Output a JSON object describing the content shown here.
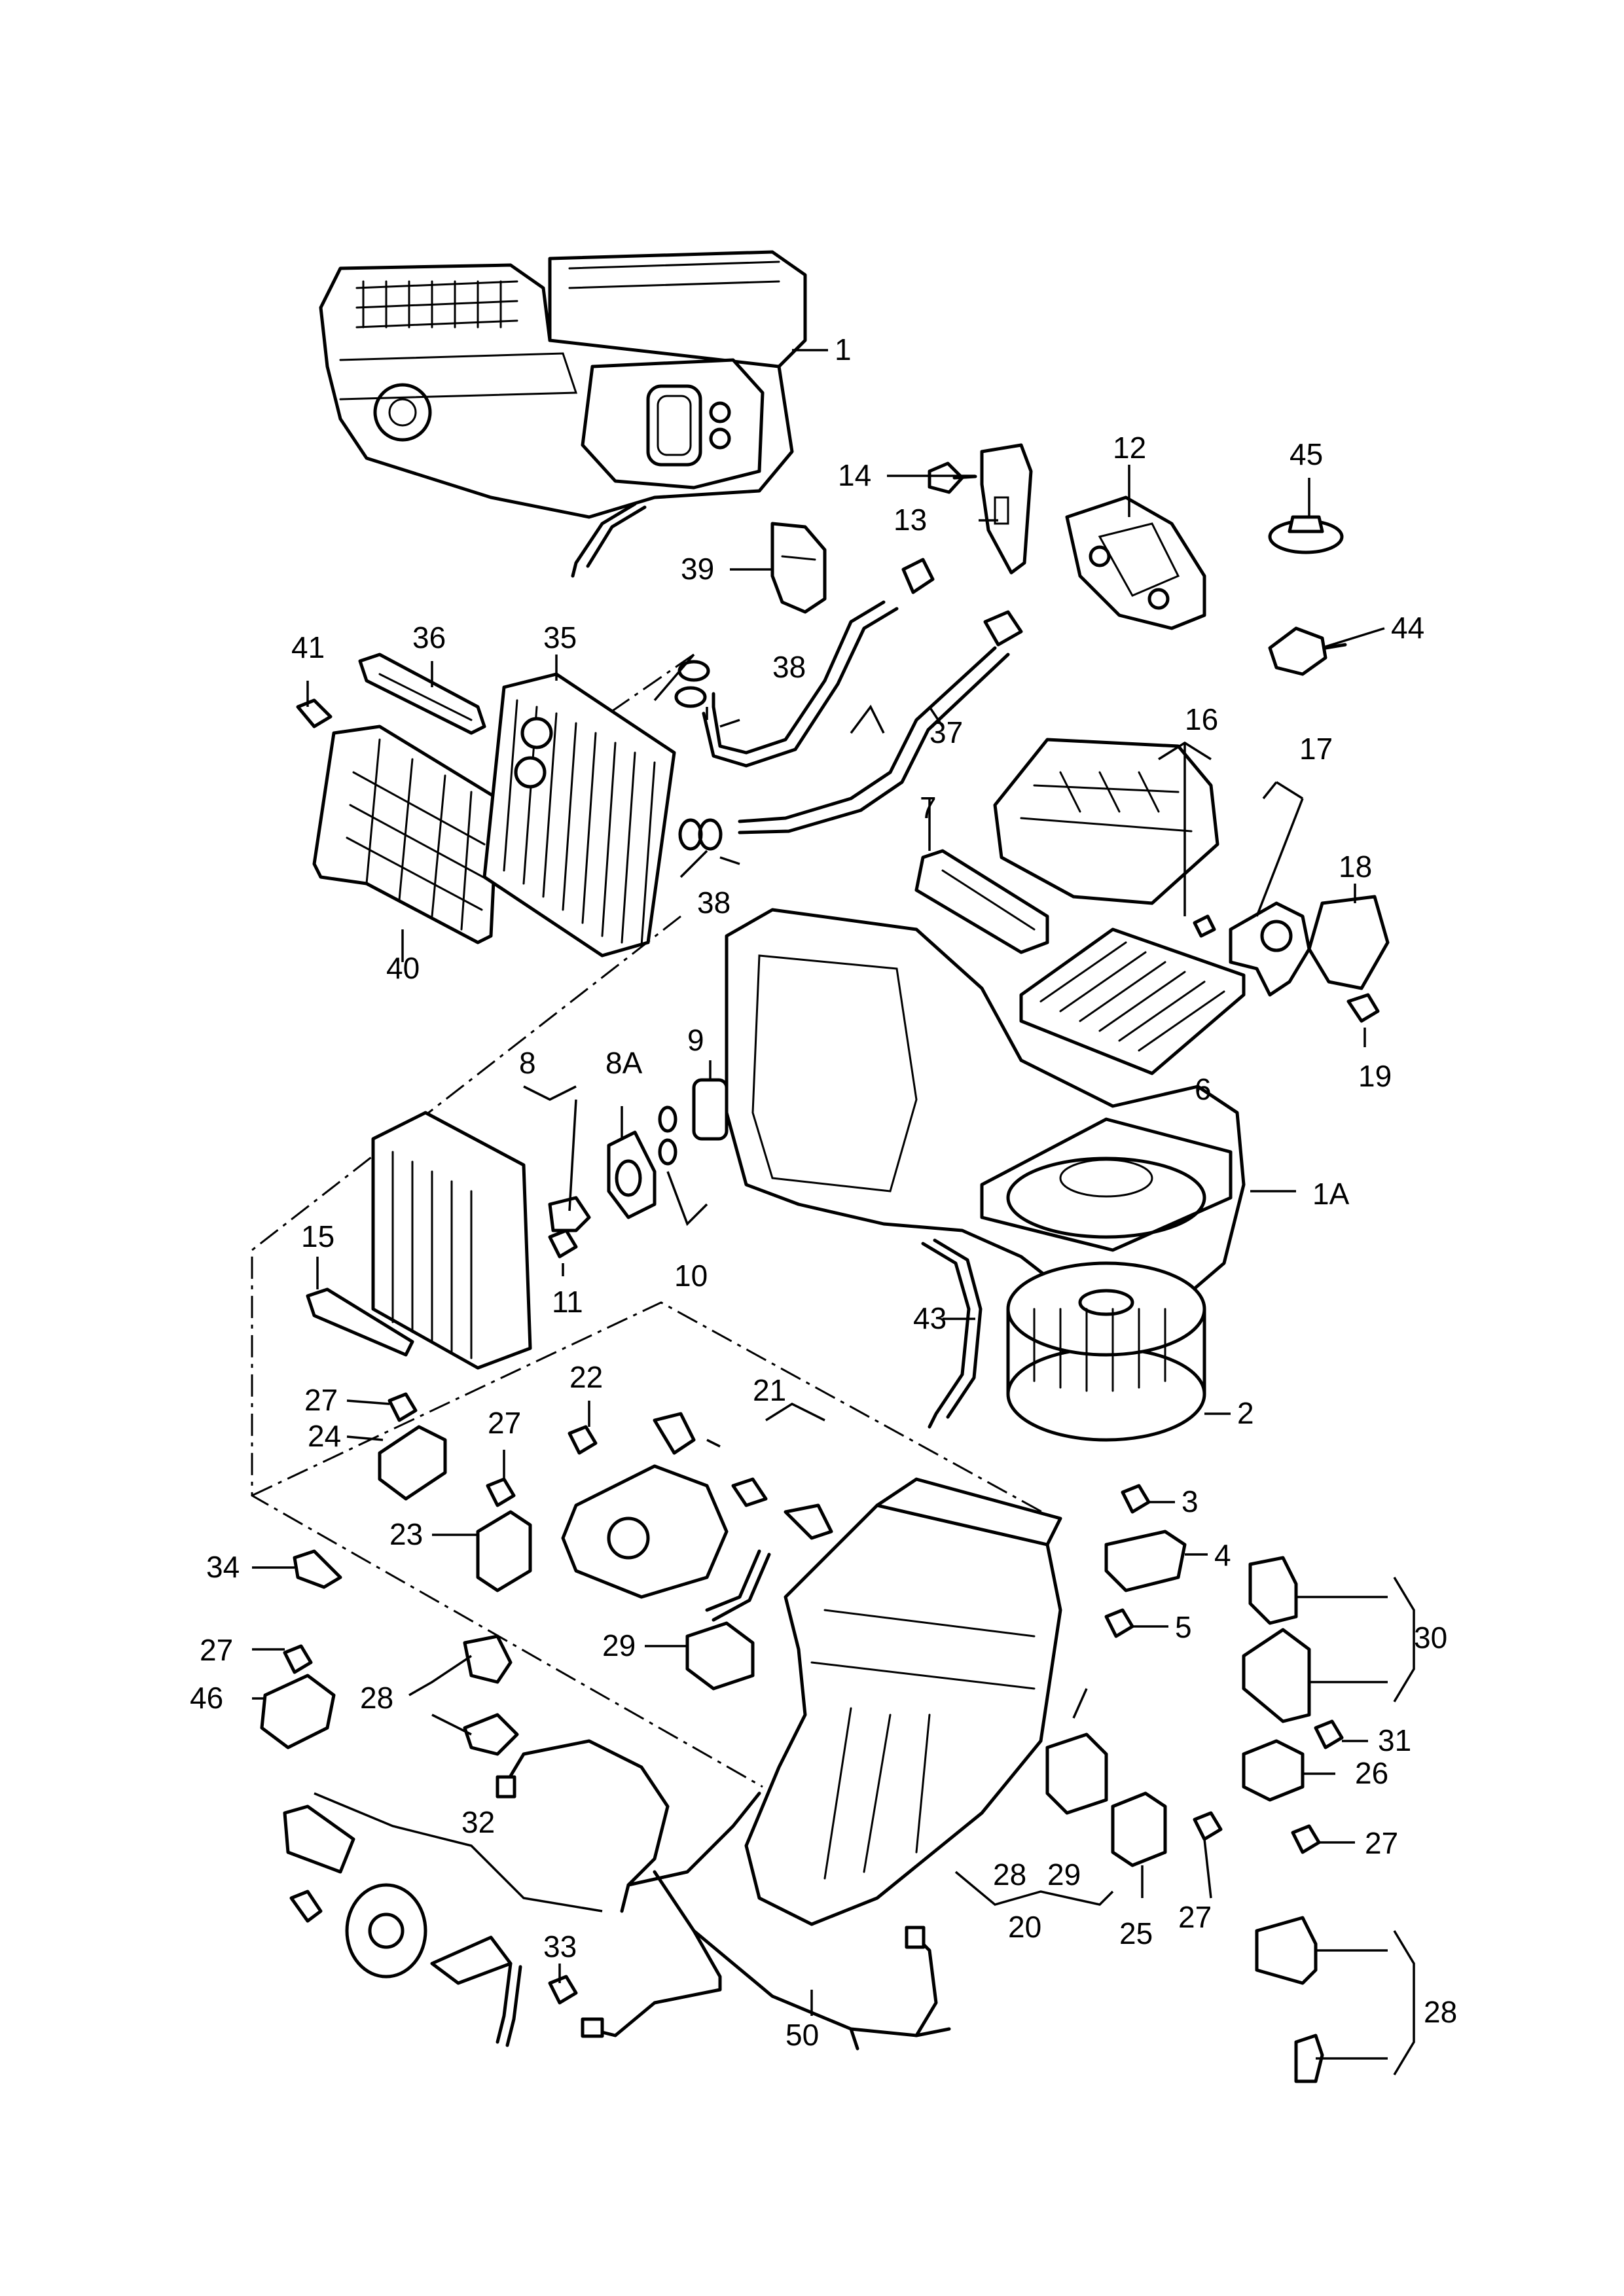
{
  "callouts": {
    "c1": "1",
    "c1A": "1A",
    "c2": "2",
    "c3": "3",
    "c4": "4",
    "c5": "5",
    "c6": "6",
    "c7": "7",
    "c8": "8",
    "c8A": "8A",
    "c9": "9",
    "c10": "10",
    "c11": "11",
    "c12": "12",
    "c13": "13",
    "c14": "14",
    "c15": "15",
    "c16": "16",
    "c17": "17",
    "c18": "18",
    "c19": "19",
    "c20": "20",
    "c21": "21",
    "c22": "22",
    "c23": "23",
    "c24": "24",
    "c25": "25",
    "c26": "26",
    "c27": "27",
    "c28": "28",
    "c29": "29",
    "c30": "30",
    "c31": "31",
    "c32": "32",
    "c33": "33",
    "c34": "34",
    "c35": "35",
    "c36": "36",
    "c37": "37",
    "c38": "38",
    "c39": "39",
    "c40": "40",
    "c41": "41",
    "c43": "43",
    "c44": "44",
    "c45": "45",
    "c46": "46",
    "c50": "50"
  }
}
